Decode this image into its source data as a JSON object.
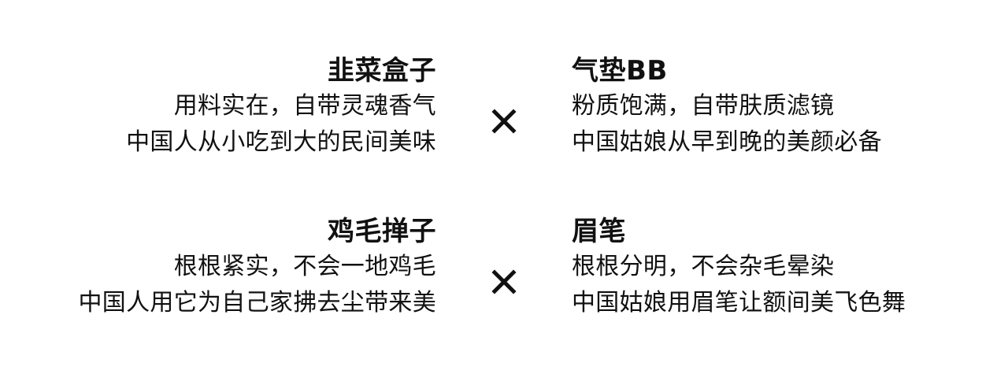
{
  "pairs": [
    {
      "left": {
        "title": "韭菜盒子",
        "line1": "用料实在，自带灵魂香气",
        "line2": "中国人从小吃到大的民间美味"
      },
      "right": {
        "title": "气垫BB",
        "line1": "粉质饱满，自带肤质滤镜",
        "line2": "中国姑娘从早到晚的美颜必备"
      }
    },
    {
      "left": {
        "title": "鸡毛掸子",
        "line1": "根根紧实，不会一地鸡毛",
        "line2": "中国人用它为自己家拂去尘带来美"
      },
      "right": {
        "title": "眉笔",
        "line1": "根根分明，不会杂毛晕染",
        "line2": "中国姑娘用眉笔让额间美飞色舞"
      }
    }
  ],
  "icons": {
    "separator": "times-icon"
  },
  "colors": {
    "text": "#111111",
    "background": "#ffffff"
  }
}
